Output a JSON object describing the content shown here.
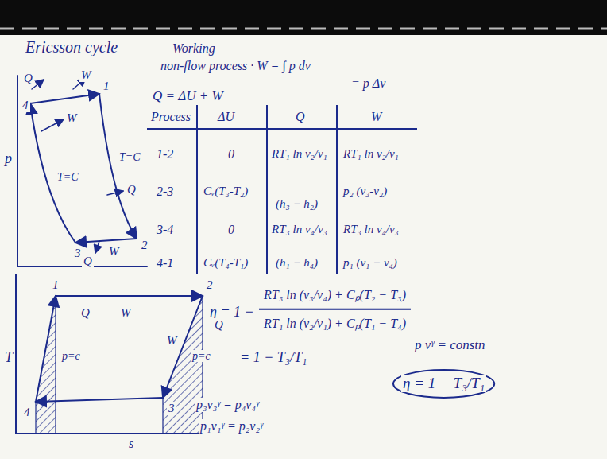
{
  "diagram": {
    "title": "Ericsson cycle",
    "labels": [
      "Working",
      "non-flow process · W = ∫ p dv",
      "= p Δv",
      "Q = ΔU + W",
      "Process",
      "ΔU",
      "Q",
      "W",
      "1-2",
      "0",
      "RT₁ ln v₂/v₁",
      "RT₁ ln v₂/v₁",
      "2-3",
      "Cᵥ(T₃-T₂)",
      "(h₃ − h₂)",
      "p₂ (v₃-v₂)",
      "3-4",
      "0",
      "RT₃ ln v₄/v₃",
      "RT₃ ln v₄/v₃",
      "4-1",
      "Cᵥ(T₄-T₁)",
      "(h₁ − h₄)",
      "p₁ (v₁ − v₄)",
      "η = 1 −",
      "RT₃ ln (v₃/v₄) + Cₚ(T₂ − T₃)",
      "RT₁ ln (v₂/v₁) + Cₚ(T₁ − T₄)",
      "= 1 − T₃/T₁",
      "p vᵞ = constn",
      "η = 1 − T₃/T₁",
      "p₃v₃ᵞ = p₄v₄ᵞ",
      "p₁v₁ᵞ = p₂v₂ᵞ",
      "p",
      "1",
      "2",
      "3",
      "4",
      "T=C",
      "T=C",
      "Q",
      "W",
      "W",
      "Q",
      "Q",
      "W",
      "T",
      "s",
      "1",
      "2",
      "3",
      "4",
      "p=c",
      "p=c",
      "Q",
      "W",
      "Q",
      "W"
    ]
  }
}
